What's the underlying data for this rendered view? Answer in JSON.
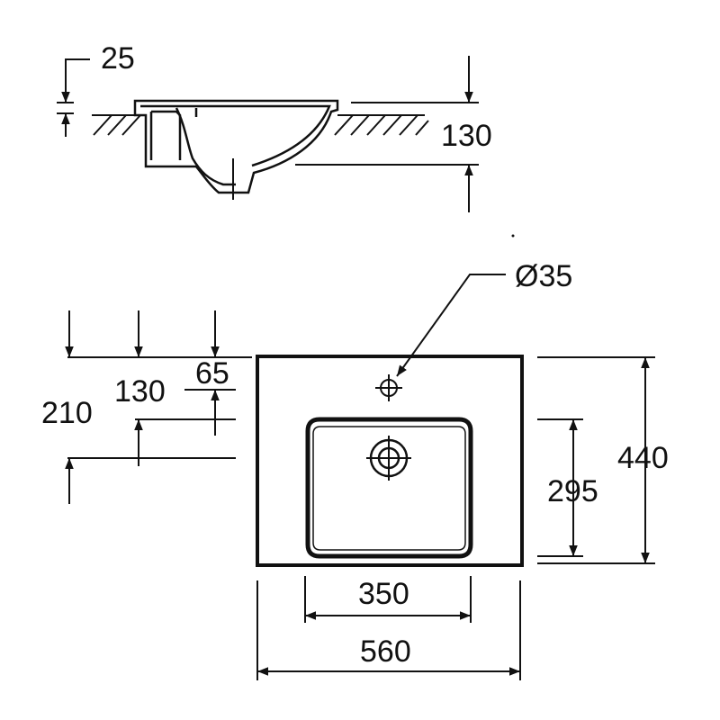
{
  "colors": {
    "ink": "#111111",
    "background": "#ffffff"
  },
  "dimensions": {
    "side_top": "25",
    "side_height": "130",
    "hole_diameter": "Ø35",
    "width_total": "560",
    "width_bowl": "350",
    "depth_total": "440",
    "depth_bowl": "295",
    "offset_210": "210",
    "offset_130": "130",
    "offset_65": "65"
  }
}
